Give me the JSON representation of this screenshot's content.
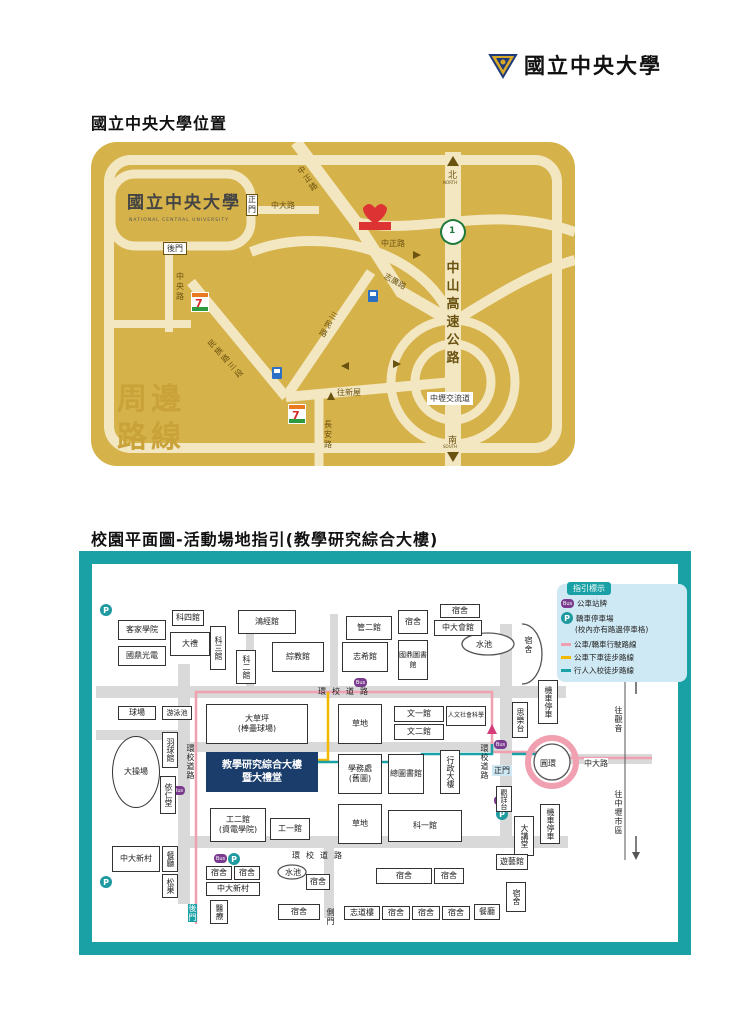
{
  "header": {
    "logo_text": "國立中央大學",
    "section1_title": "國立中央大學位置",
    "section2_title": "校園平面圖-活動場地指引(教學研究綜合大樓)"
  },
  "map1": {
    "colors": {
      "road": "#f3e7c2",
      "land": "#d6b24a"
    },
    "campus_name": "國立中央大學",
    "campus_name_en": "NATIONAL CENTRAL UNIVERSITY",
    "gate_front": "正門",
    "gate_back": "後門",
    "roads": {
      "zhongda": "中大路",
      "zhongzheng_north": "中正路",
      "zhongzheng": "中正路",
      "zhiguang": "志廣路",
      "zhongyang": "中央路",
      "sanmin": "三民路",
      "minzu": "民族路三段",
      "wangxinwu": "往新屋",
      "changan": "長安路",
      "exit": "中壢交流道",
      "highway": "中山高速公路"
    },
    "compass": {
      "north": "北",
      "north_en": "NORTH",
      "south": "南",
      "south_en": "SOUTH"
    },
    "highway_shield": "1",
    "slogan_line1": "周邊",
    "slogan_line2": "路線"
  },
  "map2": {
    "colors": {
      "frame": "#1aa1a6",
      "vehicle_route": "#f0a0b0",
      "bus_walk": "#f5b800",
      "walk": "#1aa1a6",
      "highlight": "#1a3d6b"
    },
    "legend": {
      "title": "指引標示",
      "bus_stop": "公車站牌",
      "parking": "轎車停車場",
      "parking_note": "(校內亦有路邊停車格)",
      "vehicle_route": "公車/轎車行駛路線",
      "bus_walk": "公車下車徒步路線",
      "walk": "行人入校徒步路線"
    },
    "p_label": "P",
    "bus_label": "Bus",
    "buildings": {
      "ke_jia": "客家學院",
      "ke_si": "科四館",
      "ke_san": "科三館",
      "hong_jing": "鴻經館",
      "guan_er": "管二館",
      "su_1": "宿舍",
      "su_2": "宿舍",
      "zhongda_hall": "中大會館",
      "guo_ding": "國鼎光電",
      "da_lan": "大禮",
      "ke_er": "科二館",
      "zong_jiao": "綜教館",
      "zhi_xi": "志希館",
      "guo_tu": "國鼎圖書館",
      "shui_chi": "水池",
      "su_3": "宿舍",
      "qiu_chang": "球場",
      "you_yong": "游泳池",
      "da_cao": "大草坪\n(棒壘球場)",
      "cao_di_1": "草地",
      "wen_yi": "文一館",
      "ren_wen": "人文社會科學",
      "wen_er": "文二館",
      "si_song": "思樂台",
      "ji_che_1": "機車停車",
      "da_cao_chang": "大操場",
      "yu_yi": "羽球館",
      "zong_he": "教學研究綜合大樓\n暨大禮堂",
      "xue_wu": "學務處\n(舊圖)",
      "zong_tu": "總圖書館",
      "xing_zheng": "行政大樓",
      "yuan_huan": "圓環",
      "zhongda_lu": "中大路",
      "zhong_ren": "依仁堂",
      "gong_er": "工二館\n(資電學院)",
      "gong_yi": "工一館",
      "cao_di_2": "草地",
      "ke_yi": "科一館",
      "guan_shi": "觀詳台",
      "da_jiang": "大講堂",
      "ji_che_2": "機車停車",
      "zhongda_xin_cun": "中大新村",
      "can_ting": "餐廳",
      "song_guo": "松果",
      "su_4": "宿舍",
      "su_5": "宿舍",
      "zhongda_xin_cun_2": "中大新村",
      "shui_chi_2": "水池",
      "su_6": "宿舍",
      "su_7": "宿舍",
      "su_8": "宿舍",
      "yi_yi": "遊藝館",
      "su_9": "宿舍",
      "hou_men": "後門",
      "yi_liao": "醫療",
      "su_10": "宿舍",
      "zhi_dao": "志道樓",
      "su_11": "宿舍",
      "su_12": "宿舍",
      "su_13": "宿舍",
      "can_ting_2": "餐廳",
      "ce_men": "側門"
    },
    "labels": {
      "huan_xiao_top": "環校道路",
      "huan_xiao_bottom": "環校道路",
      "huan_xiao_left": "環校道路",
      "huan_xiao_right": "環校道路",
      "zheng_men": "正門",
      "wang_guan_yin": "往觀音",
      "wang_zhongli": "往中壢市區"
    }
  }
}
